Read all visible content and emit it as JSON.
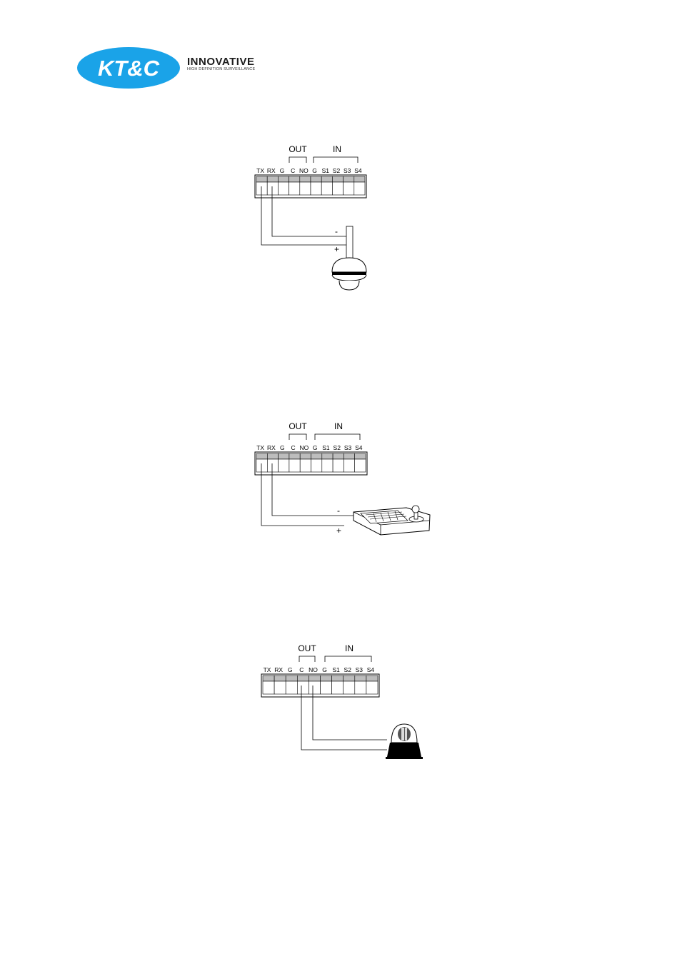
{
  "logo": {
    "mark_text": "KT&C",
    "name": "INNOVATIVE",
    "tagline": "HIGH DEFINITION SURVEILLANCE",
    "accent_color": "#1aa3e8"
  },
  "terminal": {
    "group_out": "OUT",
    "group_in": "IN",
    "pins": [
      "TX",
      "RX",
      "G",
      "C",
      "NO",
      "G",
      "S1",
      "S2",
      "S3",
      "S4"
    ]
  },
  "polarity": {
    "minus": "-",
    "plus": "+"
  },
  "diagrams": [
    {
      "device_icon": "dome-camera-icon"
    },
    {
      "device_icon": "ptz-keyboard-icon"
    },
    {
      "device_icon": "alarm-siren-icon"
    }
  ]
}
